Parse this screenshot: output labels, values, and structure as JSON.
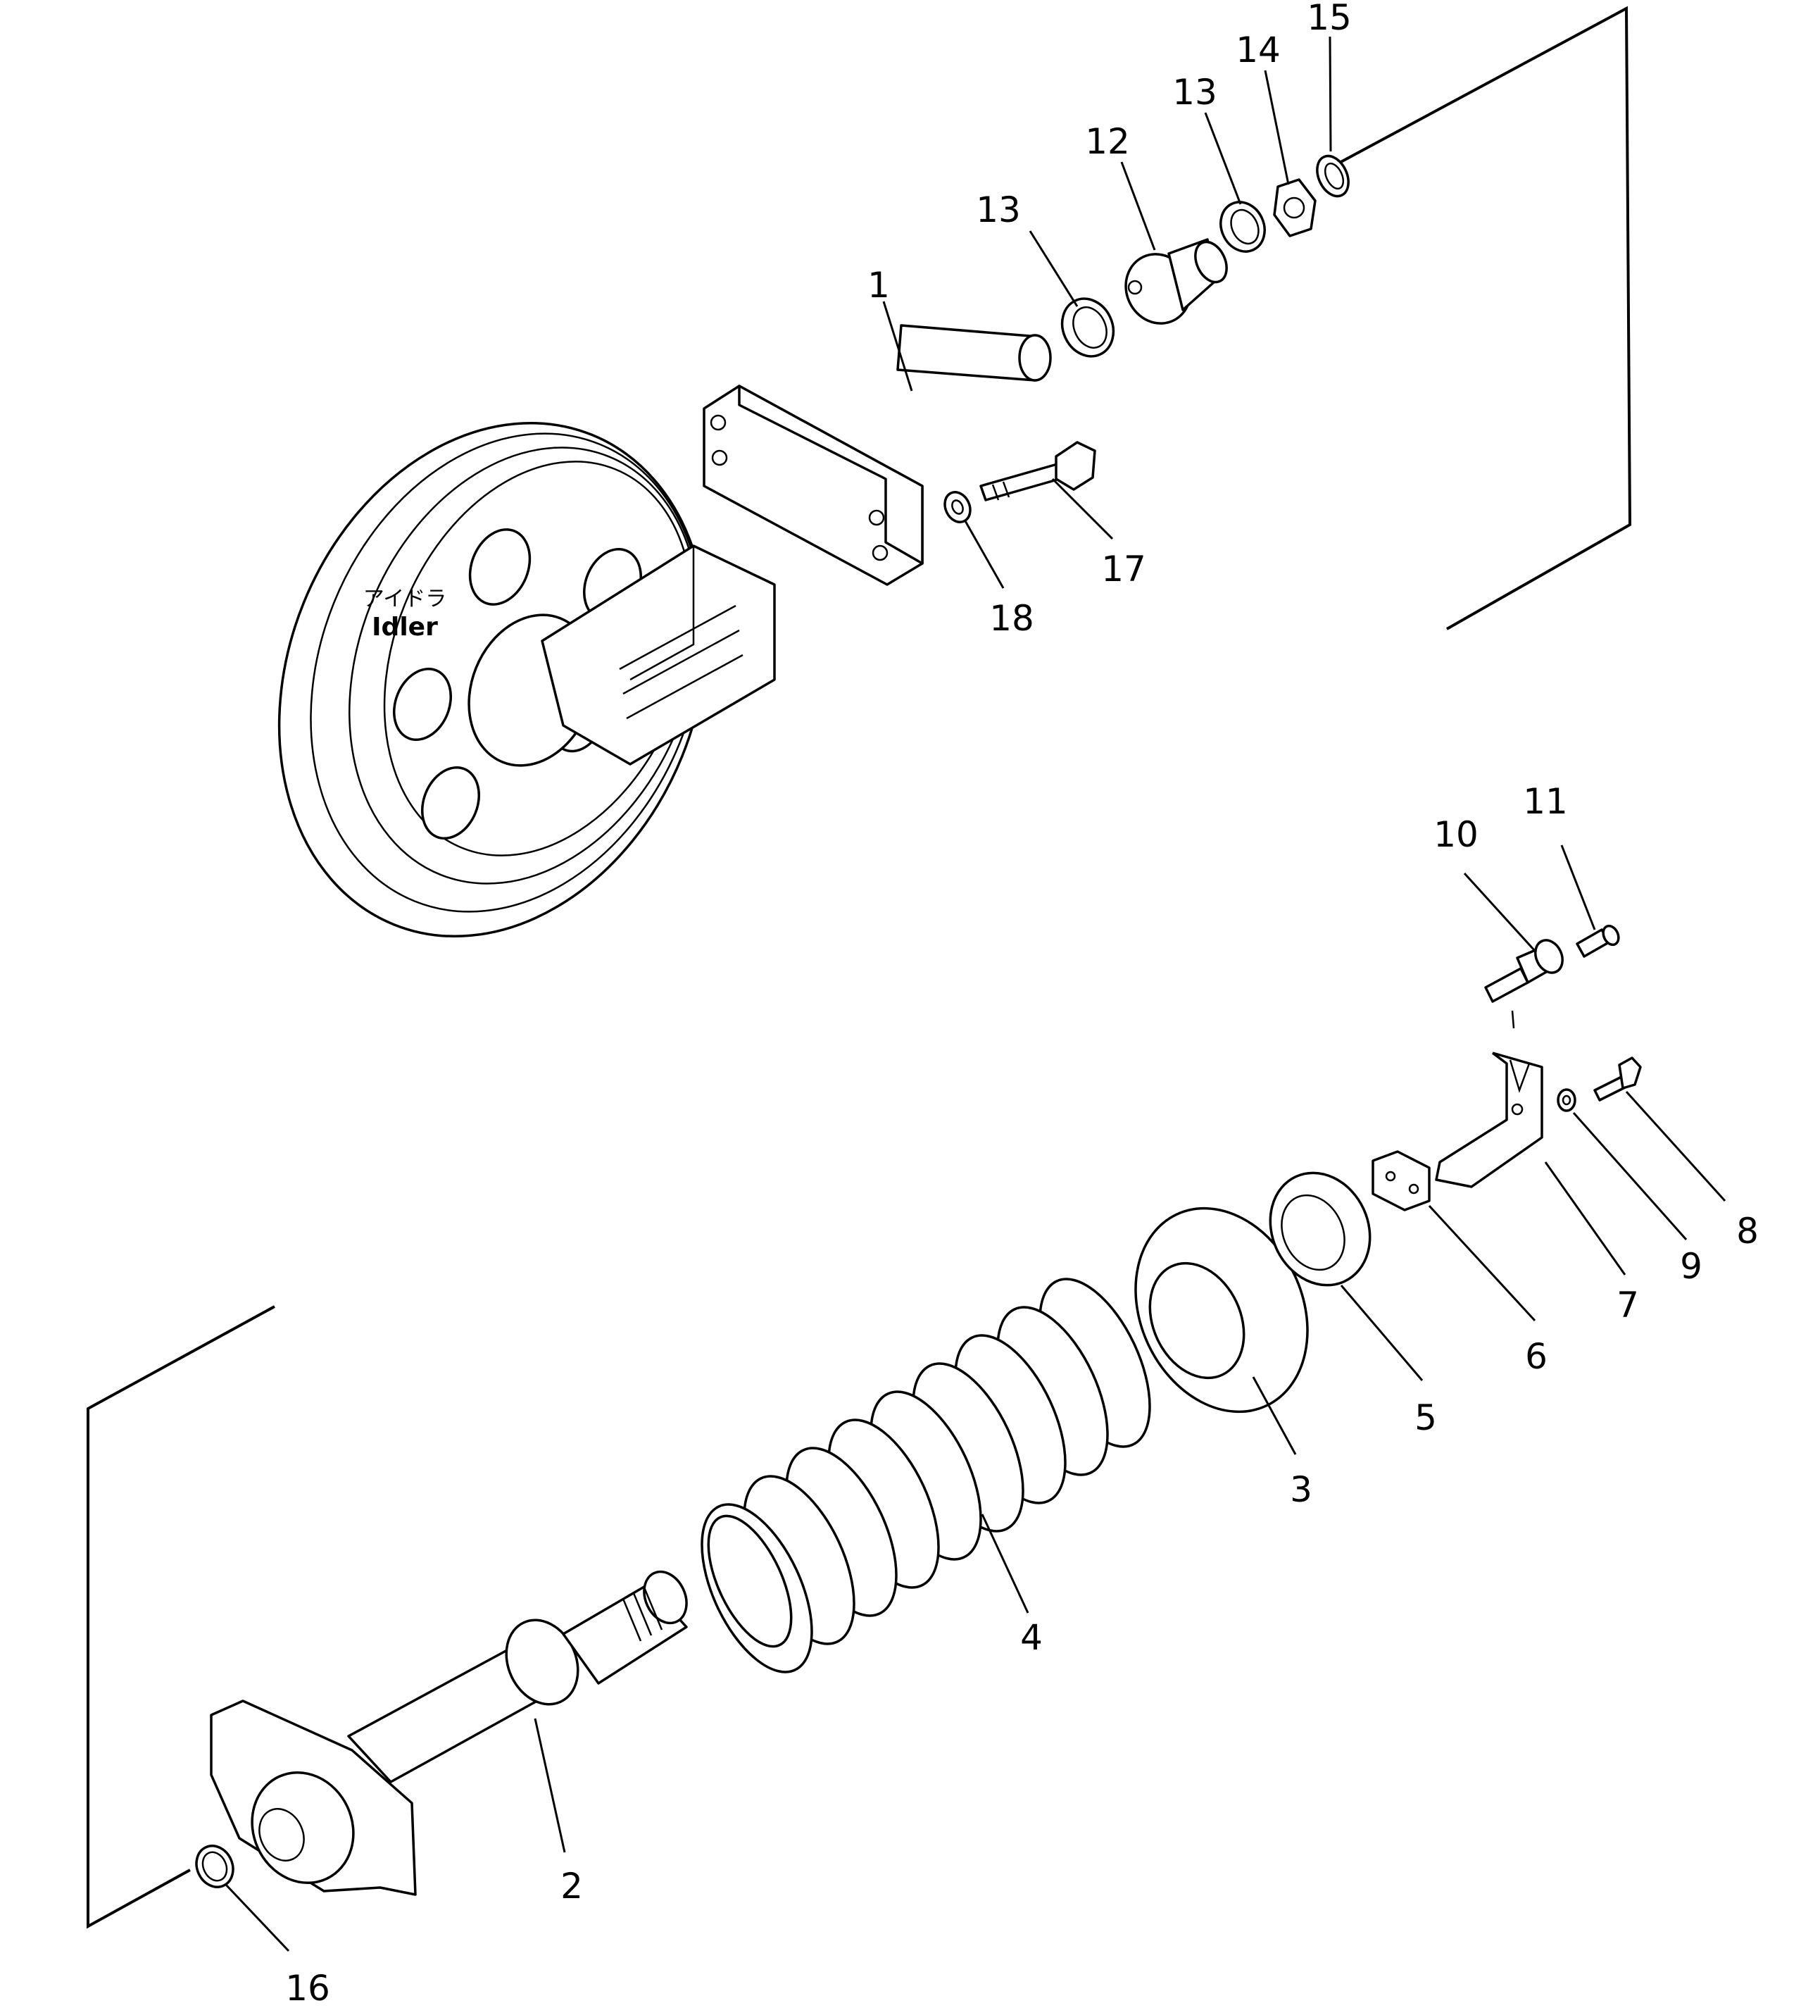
{
  "idler_label": {
    "japanese": "アイドラ",
    "english": "Idler"
  },
  "callouts": {
    "p1": "1",
    "p2": "2",
    "p3": "3",
    "p4": "4",
    "p5": "5",
    "p6": "6",
    "p7": "7",
    "p8": "8",
    "p9": "9",
    "p10": "10",
    "p11": "11",
    "p12": "12",
    "p13a": "13",
    "p13b": "13",
    "p14": "14",
    "p15": "15",
    "p16": "16",
    "p17": "17",
    "p18": "18"
  }
}
